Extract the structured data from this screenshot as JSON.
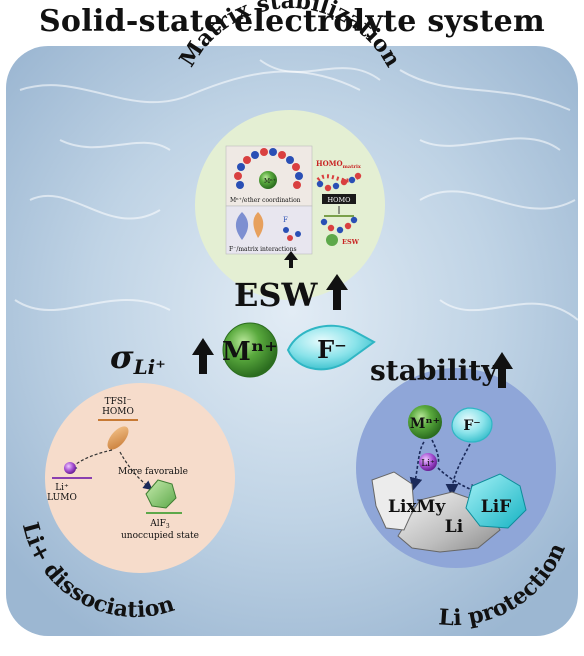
{
  "title": "Solid-state electrolyte system",
  "labels": {
    "matrix_stabilization": "Matrix stabilization",
    "esw": "ESW",
    "sigma": "σ",
    "sigma_sub": "Li⁺",
    "stability": "stability",
    "li_dissociation": "Li+ dissociation",
    "li_protection": "Li protection"
  },
  "center": {
    "metal_ion": "Mⁿ⁺",
    "fluoride_ion": "F⁻"
  },
  "matrix_panel": {
    "m_label": "Mⁿ⁺",
    "coordination": "Mⁿ⁺/ether coordination",
    "homo_top": "HOMO",
    "homo_top_sub": "matrix",
    "homo_box": "HOMO",
    "f_label": "F",
    "interactions": "F⁻/matrix interactions",
    "esw": "ESW"
  },
  "dissociation_panel": {
    "tfsi": "TFSI⁻",
    "homo": "HOMO",
    "li": "Li⁺",
    "lumo": "LUMO",
    "favorable": "More favorable",
    "alf3": "AlF",
    "alf3_sub": "3",
    "unoccupied": "unoccupied state"
  },
  "protection_panel": {
    "m": "Mⁿ⁺",
    "f": "F⁻",
    "li_ion": "Li⁺",
    "lixmy": "LixMy",
    "lif": "LiF",
    "li": "Li"
  },
  "colors": {
    "background_blue": "#b8cde0",
    "matrix_circle": "#e4efd3",
    "dissociation_circle": "#f6dccb",
    "protection_circle": "#8fa6d8",
    "metal_green": "#4a9a3a",
    "fluoride_cyan": "#5cd6e0",
    "lif_cyan": "#25c9d6",
    "li_gray": "#c8c8c8"
  }
}
